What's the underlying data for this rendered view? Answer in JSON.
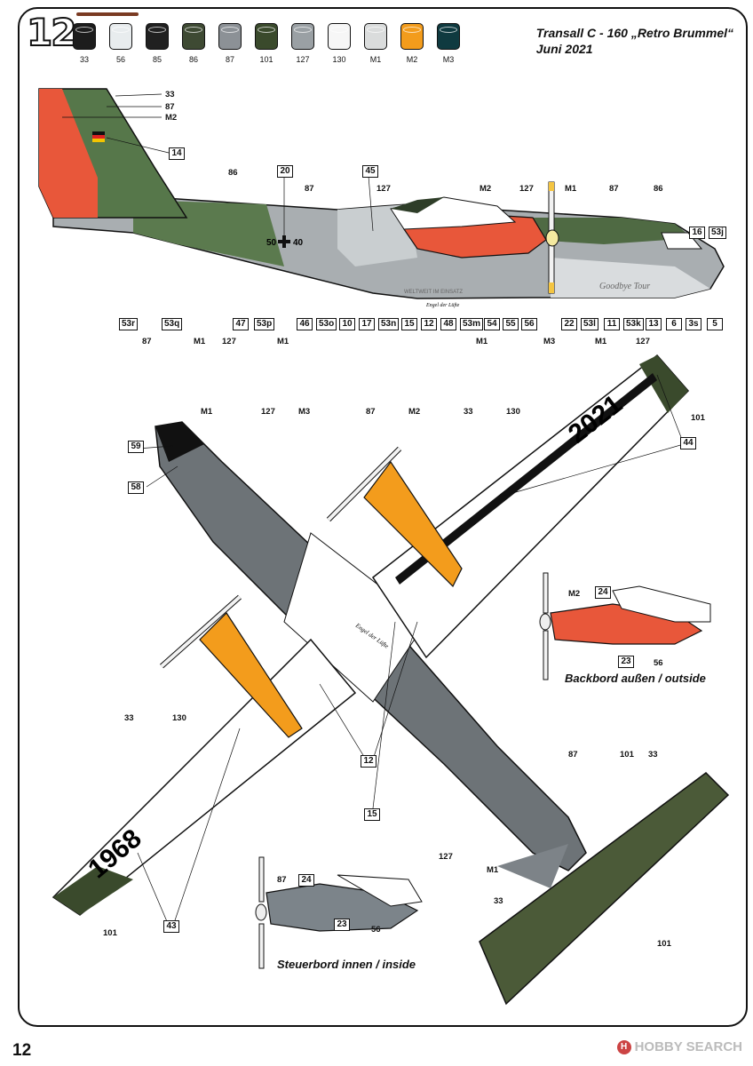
{
  "step": "12",
  "title": {
    "line1": "Transall C - 160 „Retro Brummel“",
    "line2": "Juni 2021"
  },
  "paints": [
    {
      "code": "33",
      "color": "#1c1c1c"
    },
    {
      "code": "56",
      "color": "#e8ecee"
    },
    {
      "code": "85",
      "color": "#202020"
    },
    {
      "code": "86",
      "color": "#3e4a33"
    },
    {
      "code": "87",
      "color": "#8c9196"
    },
    {
      "code": "101",
      "color": "#3a4a2c"
    },
    {
      "code": "127",
      "color": "#9aa0a4"
    },
    {
      "code": "130",
      "color": "#f6f6f6"
    },
    {
      "code": "M1",
      "color": "#dadcdc"
    },
    {
      "code": "M2",
      "color": "#f39c1c"
    },
    {
      "code": "M3",
      "color": "#0f3a40"
    }
  ],
  "side_view": {
    "paint_labels": [
      "33",
      "87",
      "M2",
      "86",
      "87",
      "127",
      "M2",
      "127",
      "M1",
      "87",
      "86",
      "87",
      "M1",
      "127",
      "M1",
      "M1",
      "M3",
      "M1",
      "127"
    ],
    "decal_boxes": [
      "14",
      "20",
      "45",
      "16",
      "53j",
      "53r",
      "53q",
      "47",
      "53p",
      "46",
      "53o",
      "10",
      "17",
      "53n",
      "15",
      "12",
      "48",
      "53m",
      "54",
      "55",
      "56",
      "22",
      "53l",
      "11",
      "53k",
      "13",
      "6",
      "3s",
      "5"
    ],
    "marking_text": [
      "50",
      "40",
      "WELTWEIT IM EINSATZ",
      "Engel der Lüfte",
      "Goodbye Tour"
    ]
  },
  "top_view": {
    "paint_labels": [
      "M1",
      "127",
      "M3",
      "87",
      "M2",
      "33",
      "130",
      "101",
      "33",
      "130",
      "87",
      "101",
      "33",
      "127",
      "M1",
      "33",
      "101",
      "101"
    ],
    "decal_boxes": [
      "59",
      "58",
      "44",
      "12",
      "15",
      "43"
    ],
    "year_left": "1968",
    "year_right": "2021",
    "wing_text": "Engel der Lüfte"
  },
  "inset_port": {
    "caption": "Backbord außen / outside",
    "paint_labels": [
      "M2",
      "56"
    ],
    "decal_boxes": [
      "24",
      "23"
    ]
  },
  "inset_starboard": {
    "caption": "Steuerbord innen / inside",
    "paint_labels": [
      "87",
      "56"
    ],
    "decal_boxes": [
      "24",
      "23"
    ]
  },
  "page_number": "12",
  "watermark": "HOBBY SEARCH"
}
